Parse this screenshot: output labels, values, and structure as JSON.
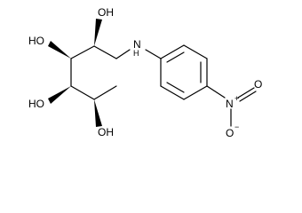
{
  "molecule": {
    "atom_labels": {
      "oh_c2": "OH",
      "oh_c3": "HO",
      "oh_c4": "HO",
      "oh_c5": "OH",
      "amine": "N",
      "amine_h": "H",
      "nitro_n": "N",
      "nitro_n_charge": "+",
      "nitro_o_top": "O",
      "nitro_o_bottom": "O",
      "nitro_o_charge": "−"
    }
  }
}
